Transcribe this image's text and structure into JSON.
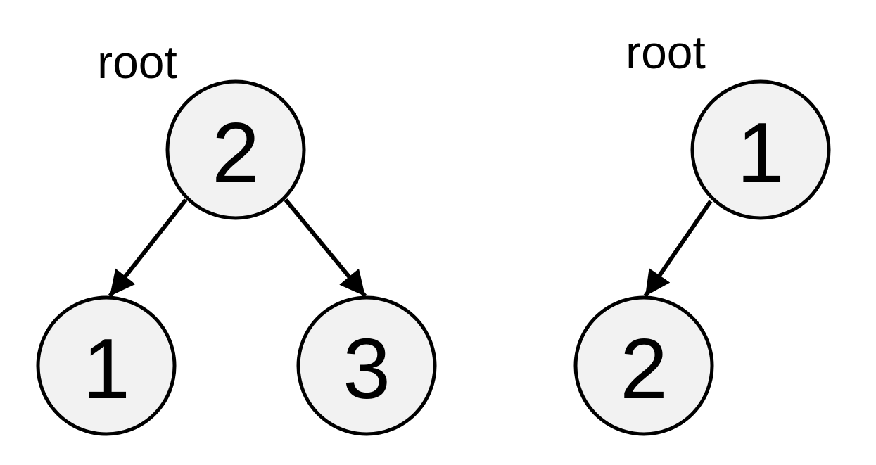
{
  "diagram": {
    "colors": {
      "node_fill": "#f2f2f2",
      "stroke": "#000000",
      "text": "#000000"
    },
    "trees": [
      {
        "id": "tree-a",
        "root_label": "root",
        "nodes": [
          {
            "id": "a2",
            "label": "2"
          },
          {
            "id": "a1",
            "label": "1"
          },
          {
            "id": "a3",
            "label": "3"
          }
        ],
        "edges": [
          {
            "from": "a2",
            "to": "a1"
          },
          {
            "from": "a2",
            "to": "a3"
          }
        ]
      },
      {
        "id": "tree-b",
        "root_label": "root",
        "nodes": [
          {
            "id": "b1",
            "label": "1"
          },
          {
            "id": "b2",
            "label": "2"
          }
        ],
        "edges": [
          {
            "from": "b1",
            "to": "b2"
          }
        ]
      }
    ]
  }
}
